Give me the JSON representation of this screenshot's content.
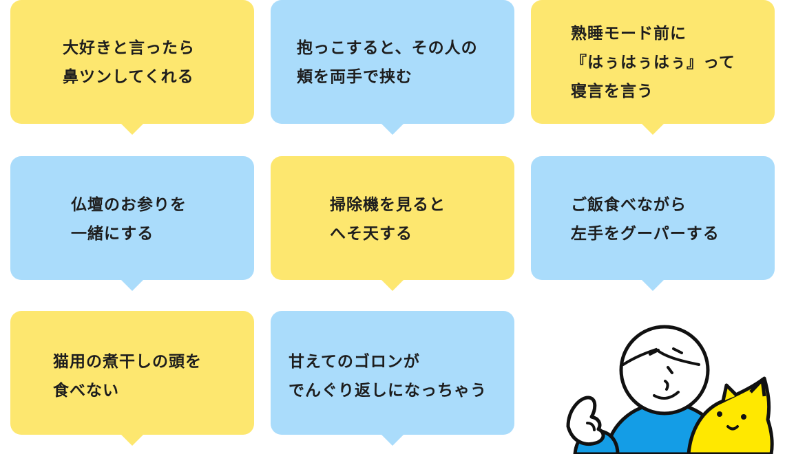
{
  "colors": {
    "yellow": "#fde76f",
    "blue": "#aadcfb",
    "text": "#1d1d1d"
  },
  "bubbles": [
    {
      "lines": [
        "大好きと言ったら",
        "鼻ツンしてくれる"
      ]
    },
    {
      "lines": [
        "抱っこすると、その人の",
        "頬を両手で挟む"
      ]
    },
    {
      "lines": [
        "熟睡モード前に",
        "『はぅはぅはぅ』って",
        "寝言を言う"
      ]
    },
    {
      "lines": [
        "仏壇のお参りを",
        "一緒にする"
      ]
    },
    {
      "lines": [
        "掃除機を見ると",
        "へそ天する"
      ]
    },
    {
      "lines": [
        "ご飯食べながら",
        "左手をグーパーする"
      ]
    },
    {
      "lines": [
        "猫用の煮干しの頭を",
        "食べない"
      ]
    },
    {
      "lines": [
        "甘えてのゴロンが",
        "でんぐり返しになっちゃう"
      ]
    }
  ],
  "illustration": {
    "icons": [
      "person-icon",
      "cat-icon"
    ]
  }
}
